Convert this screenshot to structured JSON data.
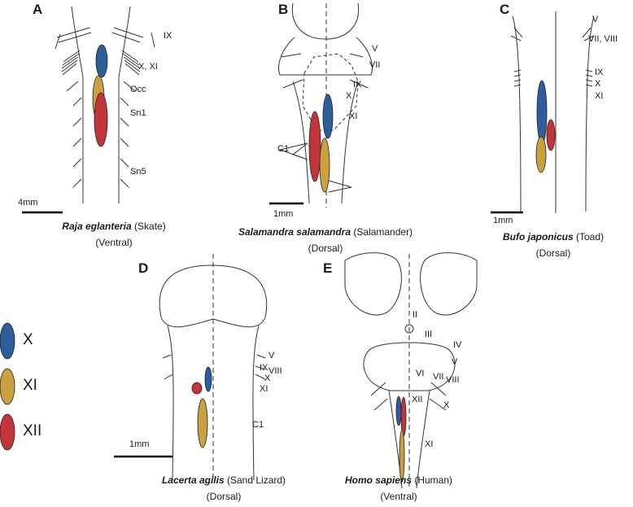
{
  "panels": [
    {
      "letter": "A",
      "species": "Raja eglanteria",
      "common": "(Skate)",
      "view": "(Ventral)",
      "scale": "4mm",
      "labels": [
        "IX",
        "X, XI",
        "Occ",
        "Sn1",
        "Sn5"
      ]
    },
    {
      "letter": "B",
      "species": "Salamandra salamandra",
      "common": "(Salamander)",
      "view": "(Dorsal)",
      "scale": "1mm",
      "labels": [
        "V",
        "VII",
        "IX",
        "X",
        "XI",
        "C1"
      ]
    },
    {
      "letter": "C",
      "species": "Bufo japonicus",
      "common": "(Toad)",
      "view": "(Dorsal)",
      "scale": "1mm",
      "labels": [
        "V",
        "VII, VIII",
        "IX",
        "X",
        "XI"
      ]
    },
    {
      "letter": "D",
      "species": "Lacerta agilis",
      "common": "(Sand Lizard)",
      "view": "(Dorsal)",
      "scale": "1mm",
      "labels": [
        "V",
        "VIII",
        "IX",
        "X",
        "XI",
        "C1"
      ]
    },
    {
      "letter": "E",
      "species": "Homo sapiens",
      "common": "(Human)",
      "view": "(Ventral)",
      "scale": "",
      "labels": [
        "II",
        "III",
        "IV",
        "V",
        "VI",
        "VII",
        "VIII",
        "XII",
        "X",
        "XI"
      ]
    }
  ],
  "legend": [
    {
      "label": "X",
      "color": "#2e5d9c"
    },
    {
      "label": "XI",
      "color": "#c9a13e"
    },
    {
      "label": "XII",
      "color": "#c3353a"
    }
  ]
}
